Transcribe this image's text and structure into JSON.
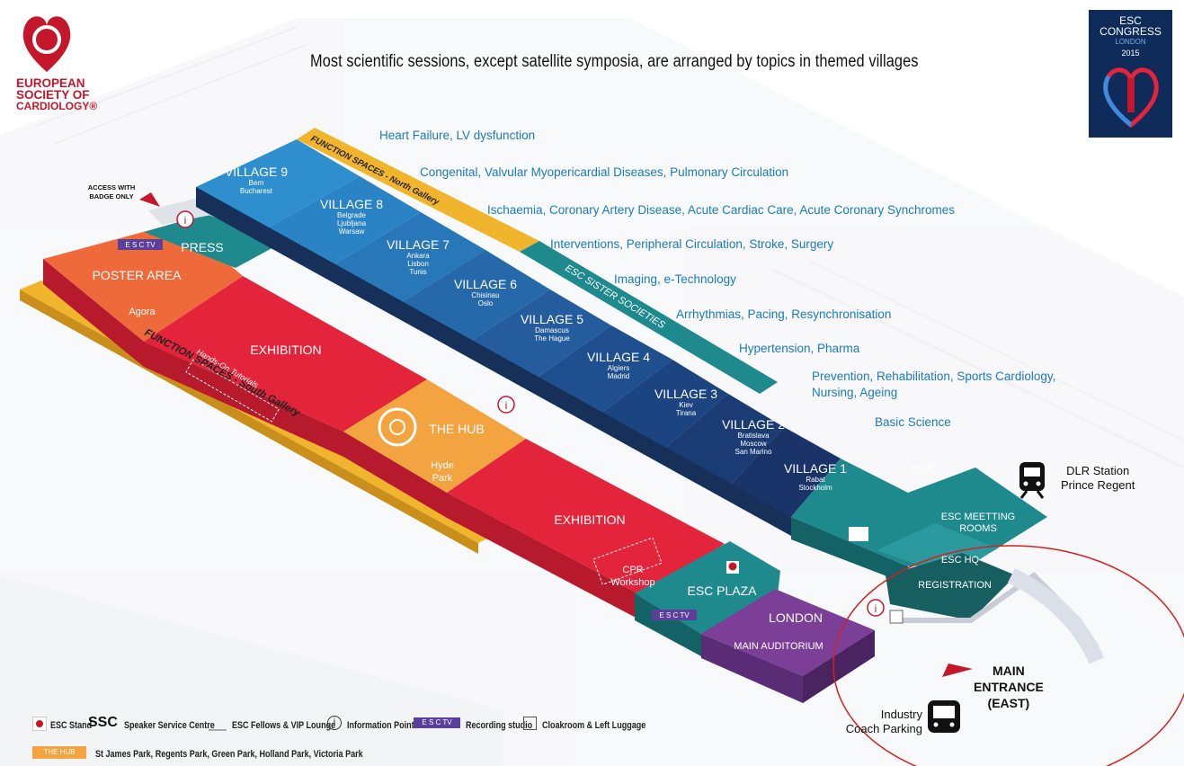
{
  "title": "Most scientific sessions, except satellite symposia, are arranged by topics in themed villages",
  "logo": {
    "lines": [
      "EUROPEAN",
      "SOCIETY OF",
      "CARDIOLOGY®"
    ]
  },
  "congress_badge": {
    "lines": [
      "ESC",
      "CONGRESS",
      "LONDON",
      "2015"
    ]
  },
  "topics": [
    "Heart Failure, LV dysfunction",
    "Congenital, Valvular Myopericardial Diseases, Pulmonary Circulation",
    "Ischaemia, Coronary Artery Disease, Acute Cardiac Care, Acute Coronary Synchromes",
    "Interventions, Peripheral Circulation, Stroke, Surgery",
    "Imaging, e-Technology",
    "Arrhythmias, Pacing, Resynchronisation",
    "Hypertension, Pharma",
    "Prevention, Rehabilitation, Sports Cardiology,",
    "Nursing, Ageing",
    "Basic Science"
  ],
  "villages": [
    {
      "name": "VILLAGE 9",
      "cities": [
        "Bern",
        "Bucharest"
      ]
    },
    {
      "name": "VILLAGE 8",
      "cities": [
        "Belgrade",
        "Ljubljana",
        "Warsaw"
      ]
    },
    {
      "name": "VILLAGE 7",
      "cities": [
        "Ankara",
        "Lisbon",
        "Tunis"
      ]
    },
    {
      "name": "VILLAGE 6",
      "cities": [
        "Chisinau",
        "Oslo"
      ]
    },
    {
      "name": "VILLAGE 5",
      "cities": [
        "Damascus",
        "The Hague"
      ]
    },
    {
      "name": "VILLAGE 4",
      "cities": [
        "Algiers",
        "Madrid"
      ]
    },
    {
      "name": "VILLAGE 3",
      "cities": [
        "Kiev",
        "Tirana"
      ]
    },
    {
      "name": "VILLAGE 2",
      "cities": [
        "Bratislava",
        "Moscow",
        "San Marino"
      ]
    },
    {
      "name": "VILLAGE 1",
      "cities": [
        "Rabat",
        "Stockholm"
      ]
    }
  ],
  "areas": {
    "north_gallery": "FUNCTION SPACES - North Gallery",
    "sister_societies": "ESC SISTER SOCIETIES",
    "south_gallery": "FUNCTION SPACES - South Gallery",
    "press": "PRESS",
    "poster_area": "POSTER AREA",
    "agora": "Agora",
    "exhibition_1": "EXHIBITION",
    "hands_on": "Hands-On Tutorials",
    "hub": "THE HUB",
    "hyde": "Hyde",
    "park": "Park",
    "exhibition_2": "EXHIBITION",
    "cpr_1": "CPR",
    "cpr_2": "Workshop",
    "esc_plaza": "ESC PLAZA",
    "london": "LONDON",
    "main_auditorium": "MAIN AUDITORIUM",
    "ssc": "SSC",
    "meeting_1": "ESC MEETTING",
    "meeting_2": "ROOMS",
    "esc_hq": "ESC HQ",
    "registration": "REGISTRATION",
    "access_1": "ACCESS WITH",
    "access_2": "BADGE ONLY",
    "esctv": "E S C TV",
    "info": "i"
  },
  "places": {
    "dlr_1": "DLR Station",
    "dlr_2": "Prince Regent",
    "main_1": "MAIN",
    "main_2": "ENTRANCE",
    "main_3": "(EAST)",
    "industry_1": "Industry",
    "industry_2": "Coach Parking"
  },
  "legend": {
    "esc_stand": "ESC Stand",
    "ssc_abbr": "SSC",
    "ssc_text": "Speaker Service Centre",
    "fellows": "ESC Fellows & VIP Lounge",
    "info_point": "Information Point",
    "recording": "Recording studio",
    "cloakroom": "Cloakroom & Left Luggage",
    "hub_badge": "THE HUB",
    "hub_parks": "St James Park, Regents Park, Green Park, Holland Park, Victoria Park"
  },
  "colors": {
    "red": "#e4243b",
    "orange": "#ee6a3a",
    "hub_orange": "#f3a340",
    "teal": "#1f8a8e",
    "purple": "#7b3f98",
    "gallery_yellow": "#f1b52d",
    "topic_blue": "#1a7bb8",
    "village_shades": [
      "#2f8fce",
      "#2a83c4",
      "#2877b8",
      "#2669ab",
      "#245c9d",
      "#1f4f8f",
      "#1c4481",
      "#1a3b74",
      "#1a3368"
    ]
  }
}
